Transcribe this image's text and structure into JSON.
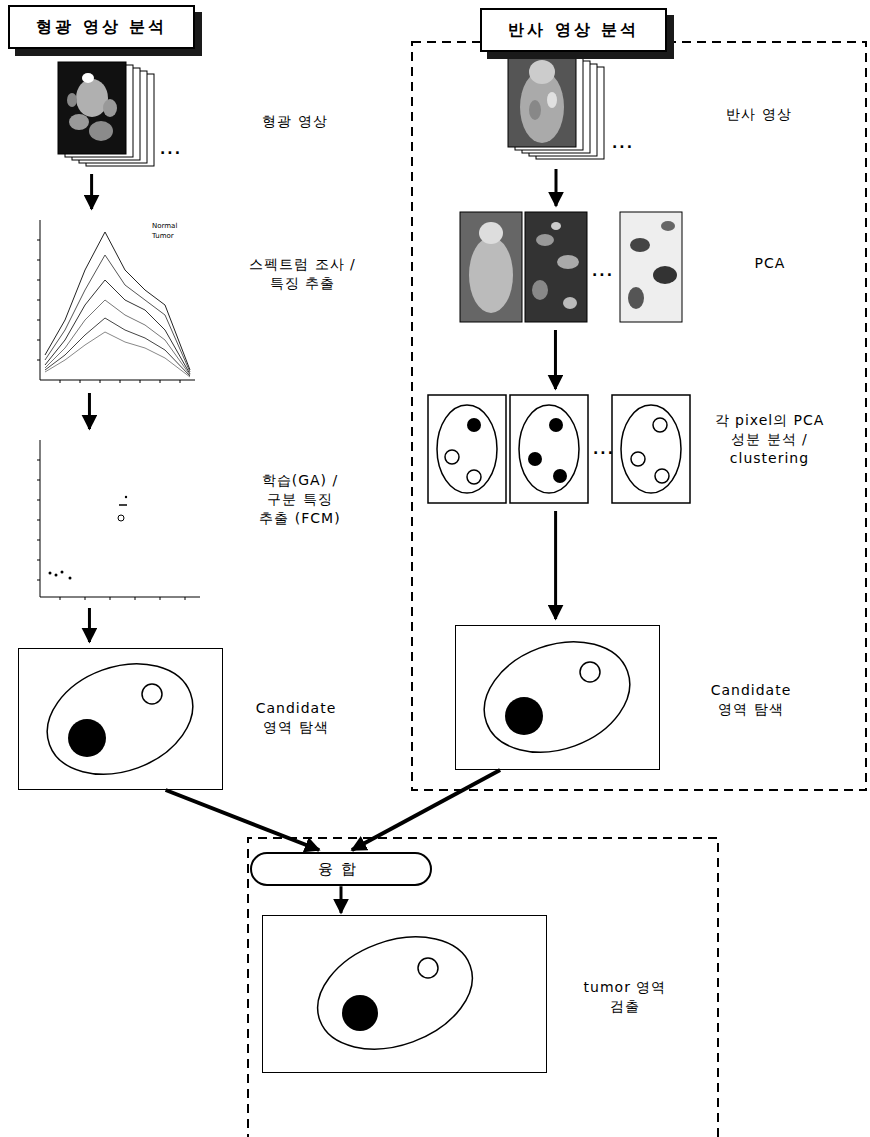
{
  "diagram": {
    "nodes": [
      {
        "text": [
          "형광 영상 분석"
        ]
      },
      {
        "text": [
          "반사 영상 분석"
        ]
      },
      {
        "text": [
          "형광 영상"
        ]
      },
      {
        "text": [
          "스펙트럼 조사 / 특징 추출"
        ]
      },
      {
        "text": [
          "학습(GA) / 구분 특징 추출 (FCM)"
        ]
      },
      {
        "text": [
          "Candidate 영역 탐색"
        ]
      },
      {
        "text": [
          "반사 영상"
        ]
      },
      {
        "text": [
          "PCA"
        ]
      },
      {
        "text": [
          "각 pixel의 PCA 성분 분석 / clustering"
        ]
      },
      {
        "text": [
          "Candidate 영역 탐색"
        ]
      },
      {
        "text": [
          "융합"
        ]
      },
      {
        "text": [
          "tumor 영역 검출"
        ]
      }
    ],
    "edges": [
      {
        "from": 2,
        "to": 3,
        "arrow": "to"
      },
      {
        "from": 3,
        "to": 4,
        "arrow": "to"
      },
      {
        "from": 4,
        "to": 5,
        "arrow": "to"
      },
      {
        "from": 6,
        "to": 7,
        "arrow": "to"
      },
      {
        "from": 7,
        "to": 8,
        "arrow": "to"
      },
      {
        "from": 8,
        "to": 9,
        "arrow": "to"
      },
      {
        "from": 5,
        "to": 10,
        "arrow": "to"
      },
      {
        "from": 9,
        "to": 10,
        "arrow": "to"
      },
      {
        "from": 10,
        "to": 11,
        "arrow": "to"
      }
    ],
    "labels": [
      "...",
      "Normal",
      "Tumor",
      "...",
      "...",
      "..."
    ]
  }
}
